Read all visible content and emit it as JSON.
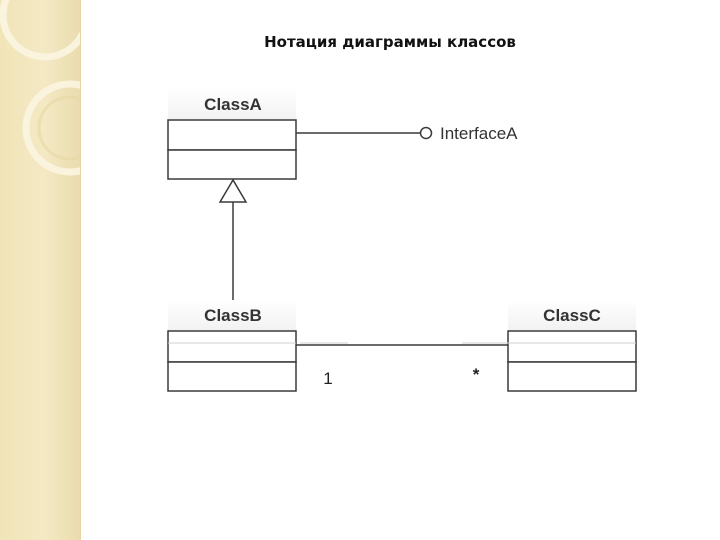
{
  "slide": {
    "title": "Нотация диаграммы классов"
  },
  "diagram": {
    "classes": [
      {
        "id": "classA",
        "name": "ClassA"
      },
      {
        "id": "classB",
        "name": "ClassB"
      },
      {
        "id": "classC",
        "name": "ClassC"
      }
    ],
    "interface": {
      "name": "InterfaceA"
    },
    "association": {
      "multiplicity_left": "1",
      "multiplicity_right": "*"
    },
    "colors": {
      "line": "#3a3a3a",
      "box_fill": "#ffffff",
      "header_band": "#e9e9e9",
      "side_band": "#f1e4b8"
    }
  }
}
